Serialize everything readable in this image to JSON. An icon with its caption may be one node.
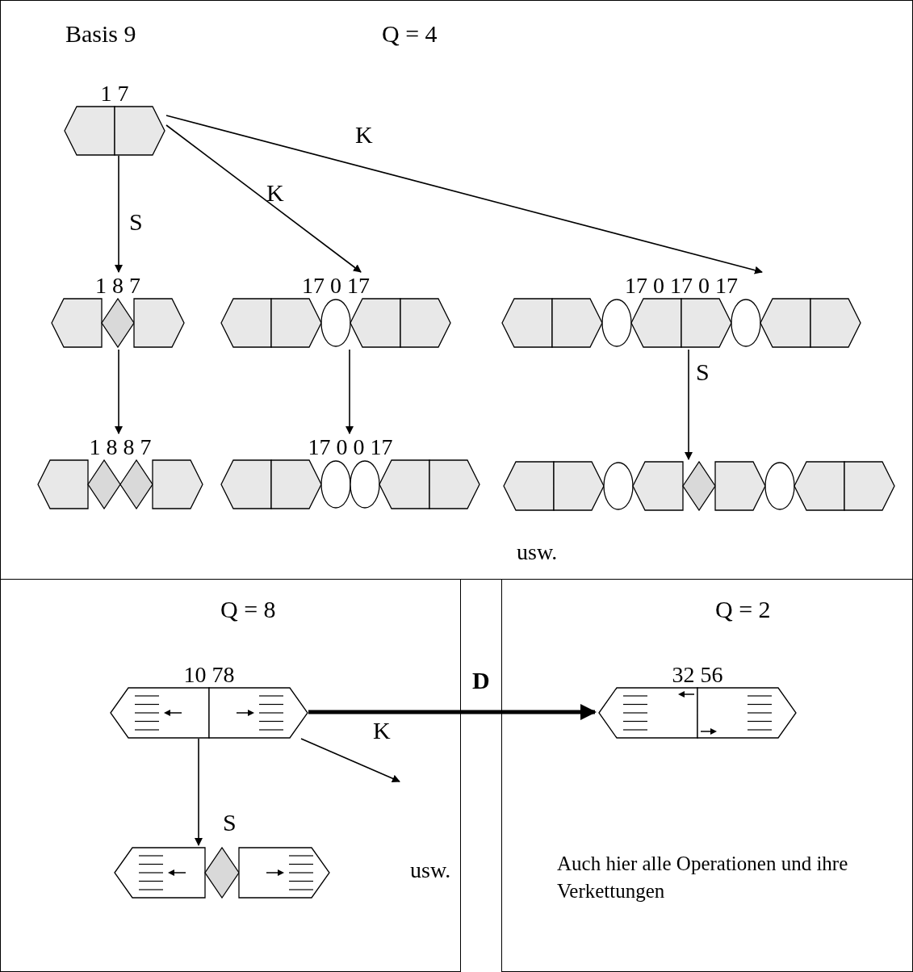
{
  "diagram": {
    "nodes": [
      {
        "text": [
          "Basis 9",
          "Q = 4"
        ]
      },
      {
        "text": [
          "1 7"
        ],
        "in": 0
      },
      {
        "text": [
          "1 8 7"
        ],
        "in": 0
      },
      {
        "text": [
          "17 0 17"
        ],
        "in": 0
      },
      {
        "text": [
          "17 0 17 0 17"
        ],
        "in": 0
      },
      {
        "text": [
          "1 8 8 7"
        ],
        "in": 0
      },
      {
        "text": [
          "17 0 0 17"
        ],
        "in": 0
      },
      {
        "text": [],
        "shape": "hexagon",
        "in": 0
      },
      {
        "text": [
          "Q = 8"
        ]
      },
      {
        "text": [
          "10 78"
        ],
        "in": 8
      },
      {
        "text": [],
        "shape": "hexagon",
        "in": 8
      },
      {
        "text": [
          "Q = 2",
          "Auch hier alle Operationen und ihre Verkettungen"
        ]
      },
      {
        "text": [
          "32 56"
        ],
        "in": 11
      }
    ],
    "edges": [
      {
        "from": 1,
        "to": 2,
        "arrow": "to",
        "label": "S"
      },
      {
        "from": 1,
        "to": 3,
        "arrow": "to",
        "label": "K"
      },
      {
        "from": 1,
        "to": 4,
        "arrow": "to",
        "label": "K"
      },
      {
        "from": 2,
        "to": 5,
        "arrow": "to"
      },
      {
        "from": 3,
        "to": 6,
        "arrow": "to"
      },
      {
        "from": 4,
        "to": 7,
        "arrow": "to",
        "label": "S"
      },
      {
        "from": 9,
        "to": 10,
        "arrow": "to",
        "label": "S"
      },
      {
        "from": 9,
        "to": null,
        "arrow": "to",
        "label": "K"
      },
      {
        "from": 9,
        "to": 12,
        "arrow": "to",
        "label": "D",
        "style": "thick"
      }
    ],
    "labels": [
      "usw.",
      "usw."
    ]
  }
}
